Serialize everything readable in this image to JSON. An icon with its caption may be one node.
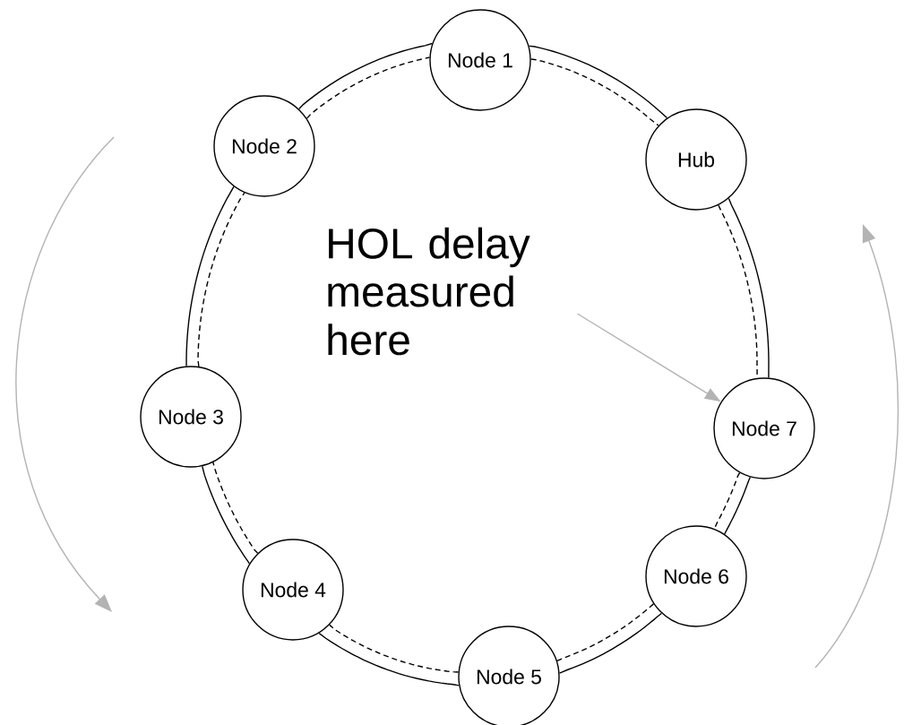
{
  "diagram": {
    "nodes": [
      {
        "text": [
          "Node 1"
        ]
      },
      {
        "text": [
          "Node 2"
        ]
      },
      {
        "text": [
          "Hub"
        ]
      },
      {
        "text": [
          "HOL delay measured here"
        ]
      },
      {
        "text": [
          "Node 3"
        ]
      },
      {
        "text": [
          "Node 7"
        ]
      },
      {
        "text": [
          "Node 6"
        ]
      },
      {
        "text": [
          "Node 4"
        ]
      },
      {
        "text": [
          "Node 5"
        ]
      }
    ],
    "edges": [
      {
        "from": 0,
        "to": 2,
        "arrow": "none"
      },
      {
        "from": 0,
        "to": 2,
        "arrow": "none",
        "style": "dashed"
      },
      {
        "from": 2,
        "to": 5,
        "arrow": "none"
      },
      {
        "from": 2,
        "to": 5,
        "arrow": "none",
        "style": "dashed"
      },
      {
        "from": 5,
        "to": 6,
        "arrow": "none"
      },
      {
        "from": 5,
        "to": 6,
        "arrow": "none",
        "style": "dashed"
      },
      {
        "from": 6,
        "to": 8,
        "arrow": "none"
      },
      {
        "from": 6,
        "to": 8,
        "arrow": "none",
        "style": "dashed"
      },
      {
        "from": 8,
        "to": 7,
        "arrow": "none"
      },
      {
        "from": 8,
        "to": 7,
        "arrow": "none",
        "style": "dashed"
      },
      {
        "from": 7,
        "to": 4,
        "arrow": "none"
      },
      {
        "from": 7,
        "to": 4,
        "arrow": "none",
        "style": "dashed"
      },
      {
        "from": 4,
        "to": 1,
        "arrow": "none"
      },
      {
        "from": 4,
        "to": 1,
        "arrow": "none",
        "style": "dashed"
      },
      {
        "from": 1,
        "to": 0,
        "arrow": "none"
      },
      {
        "from": 1,
        "to": 0,
        "arrow": "none",
        "style": "dashed"
      },
      {
        "from": 3,
        "to": 5,
        "arrow": "to",
        "color": "#b3b3b3"
      }
    ]
  }
}
